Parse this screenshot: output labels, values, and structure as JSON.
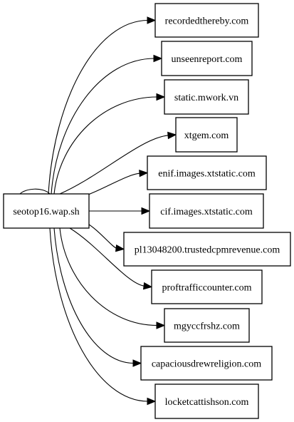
{
  "graph": {
    "source": {
      "id": "src",
      "label": "seotop16.wap.sh"
    },
    "targets": [
      {
        "id": "t0",
        "label": "recordedthereby.com"
      },
      {
        "id": "t1",
        "label": "unseenreport.com"
      },
      {
        "id": "t2",
        "label": "static.mwork.vn"
      },
      {
        "id": "t3",
        "label": "xtgem.com"
      },
      {
        "id": "t4",
        "label": "enif.images.xtstatic.com"
      },
      {
        "id": "t5",
        "label": "cif.images.xtstatic.com"
      },
      {
        "id": "t6",
        "label": "pl13048200.trustedcpmrevenue.com"
      },
      {
        "id": "t7",
        "label": "proftrafficcounter.com"
      },
      {
        "id": "t8",
        "label": "mgyccfrshz.com"
      },
      {
        "id": "t9",
        "label": "capaciousdrewreligion.com"
      },
      {
        "id": "t10",
        "label": "locketcattishson.com"
      }
    ],
    "edges": [
      {
        "from": "src",
        "to": "src"
      },
      {
        "from": "src",
        "to": "t0"
      },
      {
        "from": "src",
        "to": "t1"
      },
      {
        "from": "src",
        "to": "t2"
      },
      {
        "from": "src",
        "to": "t3"
      },
      {
        "from": "src",
        "to": "t4"
      },
      {
        "from": "src",
        "to": "t5"
      },
      {
        "from": "src",
        "to": "t6"
      },
      {
        "from": "src",
        "to": "t7"
      },
      {
        "from": "src",
        "to": "t8"
      },
      {
        "from": "src",
        "to": "t9"
      },
      {
        "from": "src",
        "to": "t10"
      }
    ]
  }
}
